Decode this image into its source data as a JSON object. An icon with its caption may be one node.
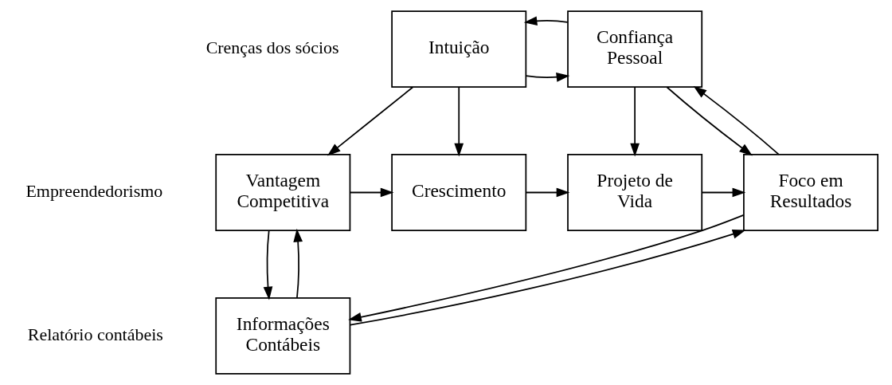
{
  "diagram": {
    "nodes": [
      {
        "text": [
          "Intuição"
        ]
      },
      {
        "text": [
          "Confiança Pessoal"
        ]
      },
      {
        "text": [
          "Vantagem Competitiva"
        ]
      },
      {
        "text": [
          "Crescimento"
        ]
      },
      {
        "text": [
          "Projeto de Vida"
        ]
      },
      {
        "text": [
          "Foco em Resultados"
        ]
      },
      {
        "text": [
          "Informações Contábeis"
        ]
      }
    ],
    "edges": [
      {
        "from": 0,
        "to": 1,
        "arrow": "to"
      },
      {
        "from": 1,
        "to": 0,
        "arrow": "to"
      },
      {
        "from": 0,
        "to": 2,
        "arrow": "to"
      },
      {
        "from": 0,
        "to": 3,
        "arrow": "to"
      },
      {
        "from": 1,
        "to": 4,
        "arrow": "to"
      },
      {
        "from": 1,
        "to": 5,
        "arrow": "to"
      },
      {
        "from": 5,
        "to": 1,
        "arrow": "to"
      },
      {
        "from": 2,
        "to": 3,
        "arrow": "to"
      },
      {
        "from": 3,
        "to": 4,
        "arrow": "to"
      },
      {
        "from": 4,
        "to": 5,
        "arrow": "to"
      },
      {
        "from": 2,
        "to": 6,
        "arrow": "to"
      },
      {
        "from": 6,
        "to": 2,
        "arrow": "to"
      },
      {
        "from": 5,
        "to": 6,
        "arrow": "to"
      },
      {
        "from": 6,
        "to": 5,
        "arrow": "to"
      }
    ],
    "labels": [
      "Crenças dos sócios",
      "Empreendedorismo",
      "Relatório contábeis"
    ]
  }
}
